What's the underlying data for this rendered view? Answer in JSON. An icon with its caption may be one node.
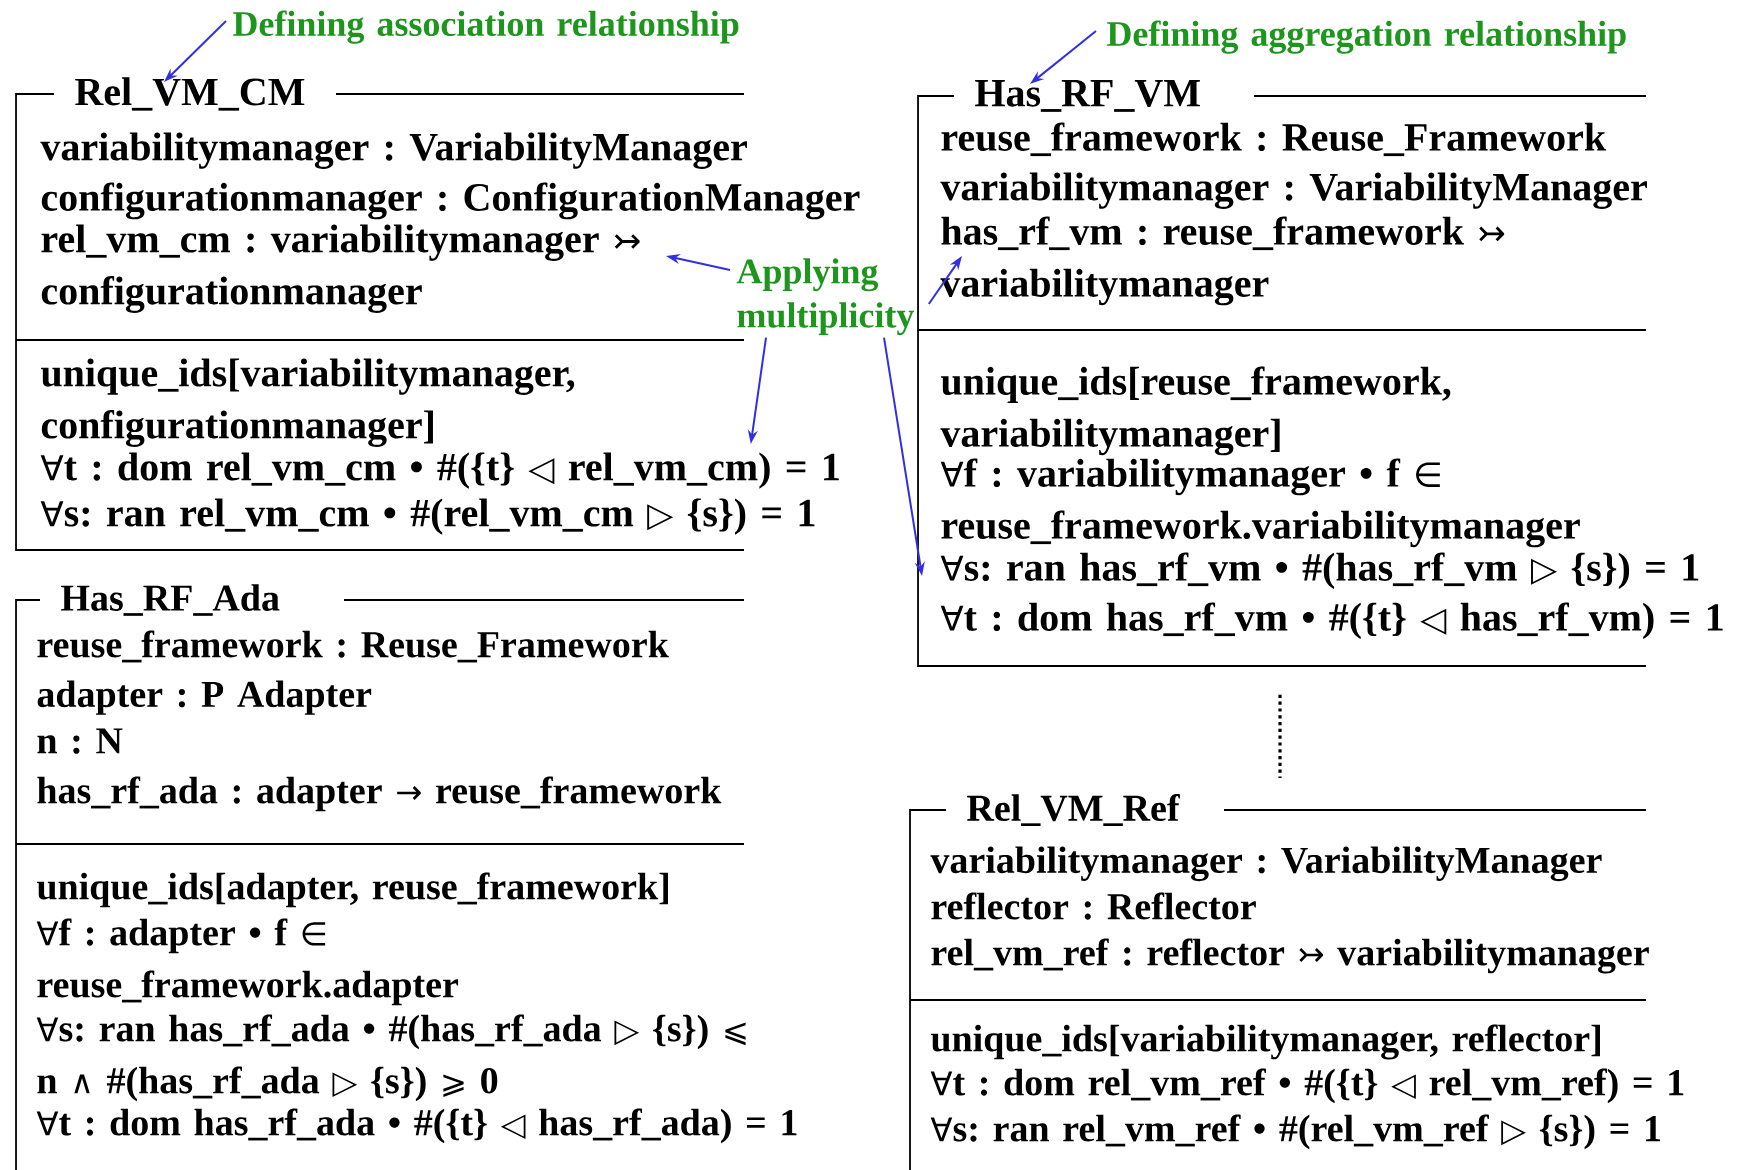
{
  "diagram": {
    "nodes": [
      {
        "text": [
          "Defining association relationship"
        ]
      },
      {
        "text": [
          "Defining aggregation relationship"
        ]
      },
      {
        "text": [
          "Rel_VM_CM",
          "variabilitymanager : VariabilityManager",
          "configurationmanager : ConfigurationManager",
          "rel_vm_cm : variabilitymanager ↣ configurationmanager",
          "unique_ids[variabilitymanager, configurationmanager]",
          "∀t : dom rel_vm_cm • #({t} ◁ rel_vm_cm) = 1",
          "∀s: ran rel_vm_cm • #(rel_vm_cm ▷ {s}) = 1"
        ]
      },
      {
        "text": [
          "Has_RF_VM",
          "reuse_framework : Reuse_Framework",
          "variabilitymanager : VariabilityManager",
          "has_rf_vm : reuse_framework ↣ variabilitymanager",
          "unique_ids[reuse_framework, variabilitymanager]",
          "∀f : variabilitymanager • f ∈ reuse_framework.variabilitymanager",
          "∀s: ran has_rf_vm • #(has_rf_vm ▷ {s}) = 1",
          "∀t : dom has_rf_vm • #({t} ◁ has_rf_vm) = 1"
        ]
      },
      {
        "text": [
          "Applying multiplicity"
        ]
      },
      {
        "text": [
          "Has_RF_Ada",
          "reuse_framework : Reuse_Framework",
          "adapter : P Adapter",
          "n : N",
          "has_rf_ada : adapter → reuse_framework",
          "unique_ids[adapter, reuse_framework]",
          "∀f : adapter • f ∈ reuse_framework.adapter",
          "∀s: ran has_rf_ada • #(has_rf_ada ▷ {s}) ⩽ n ∧ #(has_rf_ada ▷ {s}) ⩾ 0",
          "∀t : dom has_rf_ada • #({t} ◁ has_rf_ada) = 1"
        ]
      },
      {
        "text": [
          "Rel_VM_Ref",
          "variabilitymanager : VariabilityManager",
          "reflector : Reflector",
          "rel_vm_ref : reflector ↣ variabilitymanager",
          "unique_ids[variabilitymanager, reflector]",
          "∀t : dom rel_vm_ref • #({t} ◁ rel_vm_ref) = 1",
          "∀s: ran rel_vm_ref • #(rel_vm_ref ▷ {s}) = 1"
        ]
      }
    ],
    "edges": [
      {
        "from": 0,
        "to": 2,
        "arrow": "to"
      },
      {
        "from": 1,
        "to": 3,
        "arrow": "to"
      },
      {
        "from": 4,
        "to": 2,
        "arrow": "to"
      },
      {
        "from": 4,
        "to": 3,
        "arrow": "to"
      },
      {
        "from": 4,
        "to": 2,
        "arrow": "to"
      },
      {
        "from": 4,
        "to": 3,
        "arrow": "to"
      },
      {
        "from": 3,
        "to": 6,
        "arrow": "none",
        "style": "dashed",
        "color": "#000000"
      }
    ]
  }
}
